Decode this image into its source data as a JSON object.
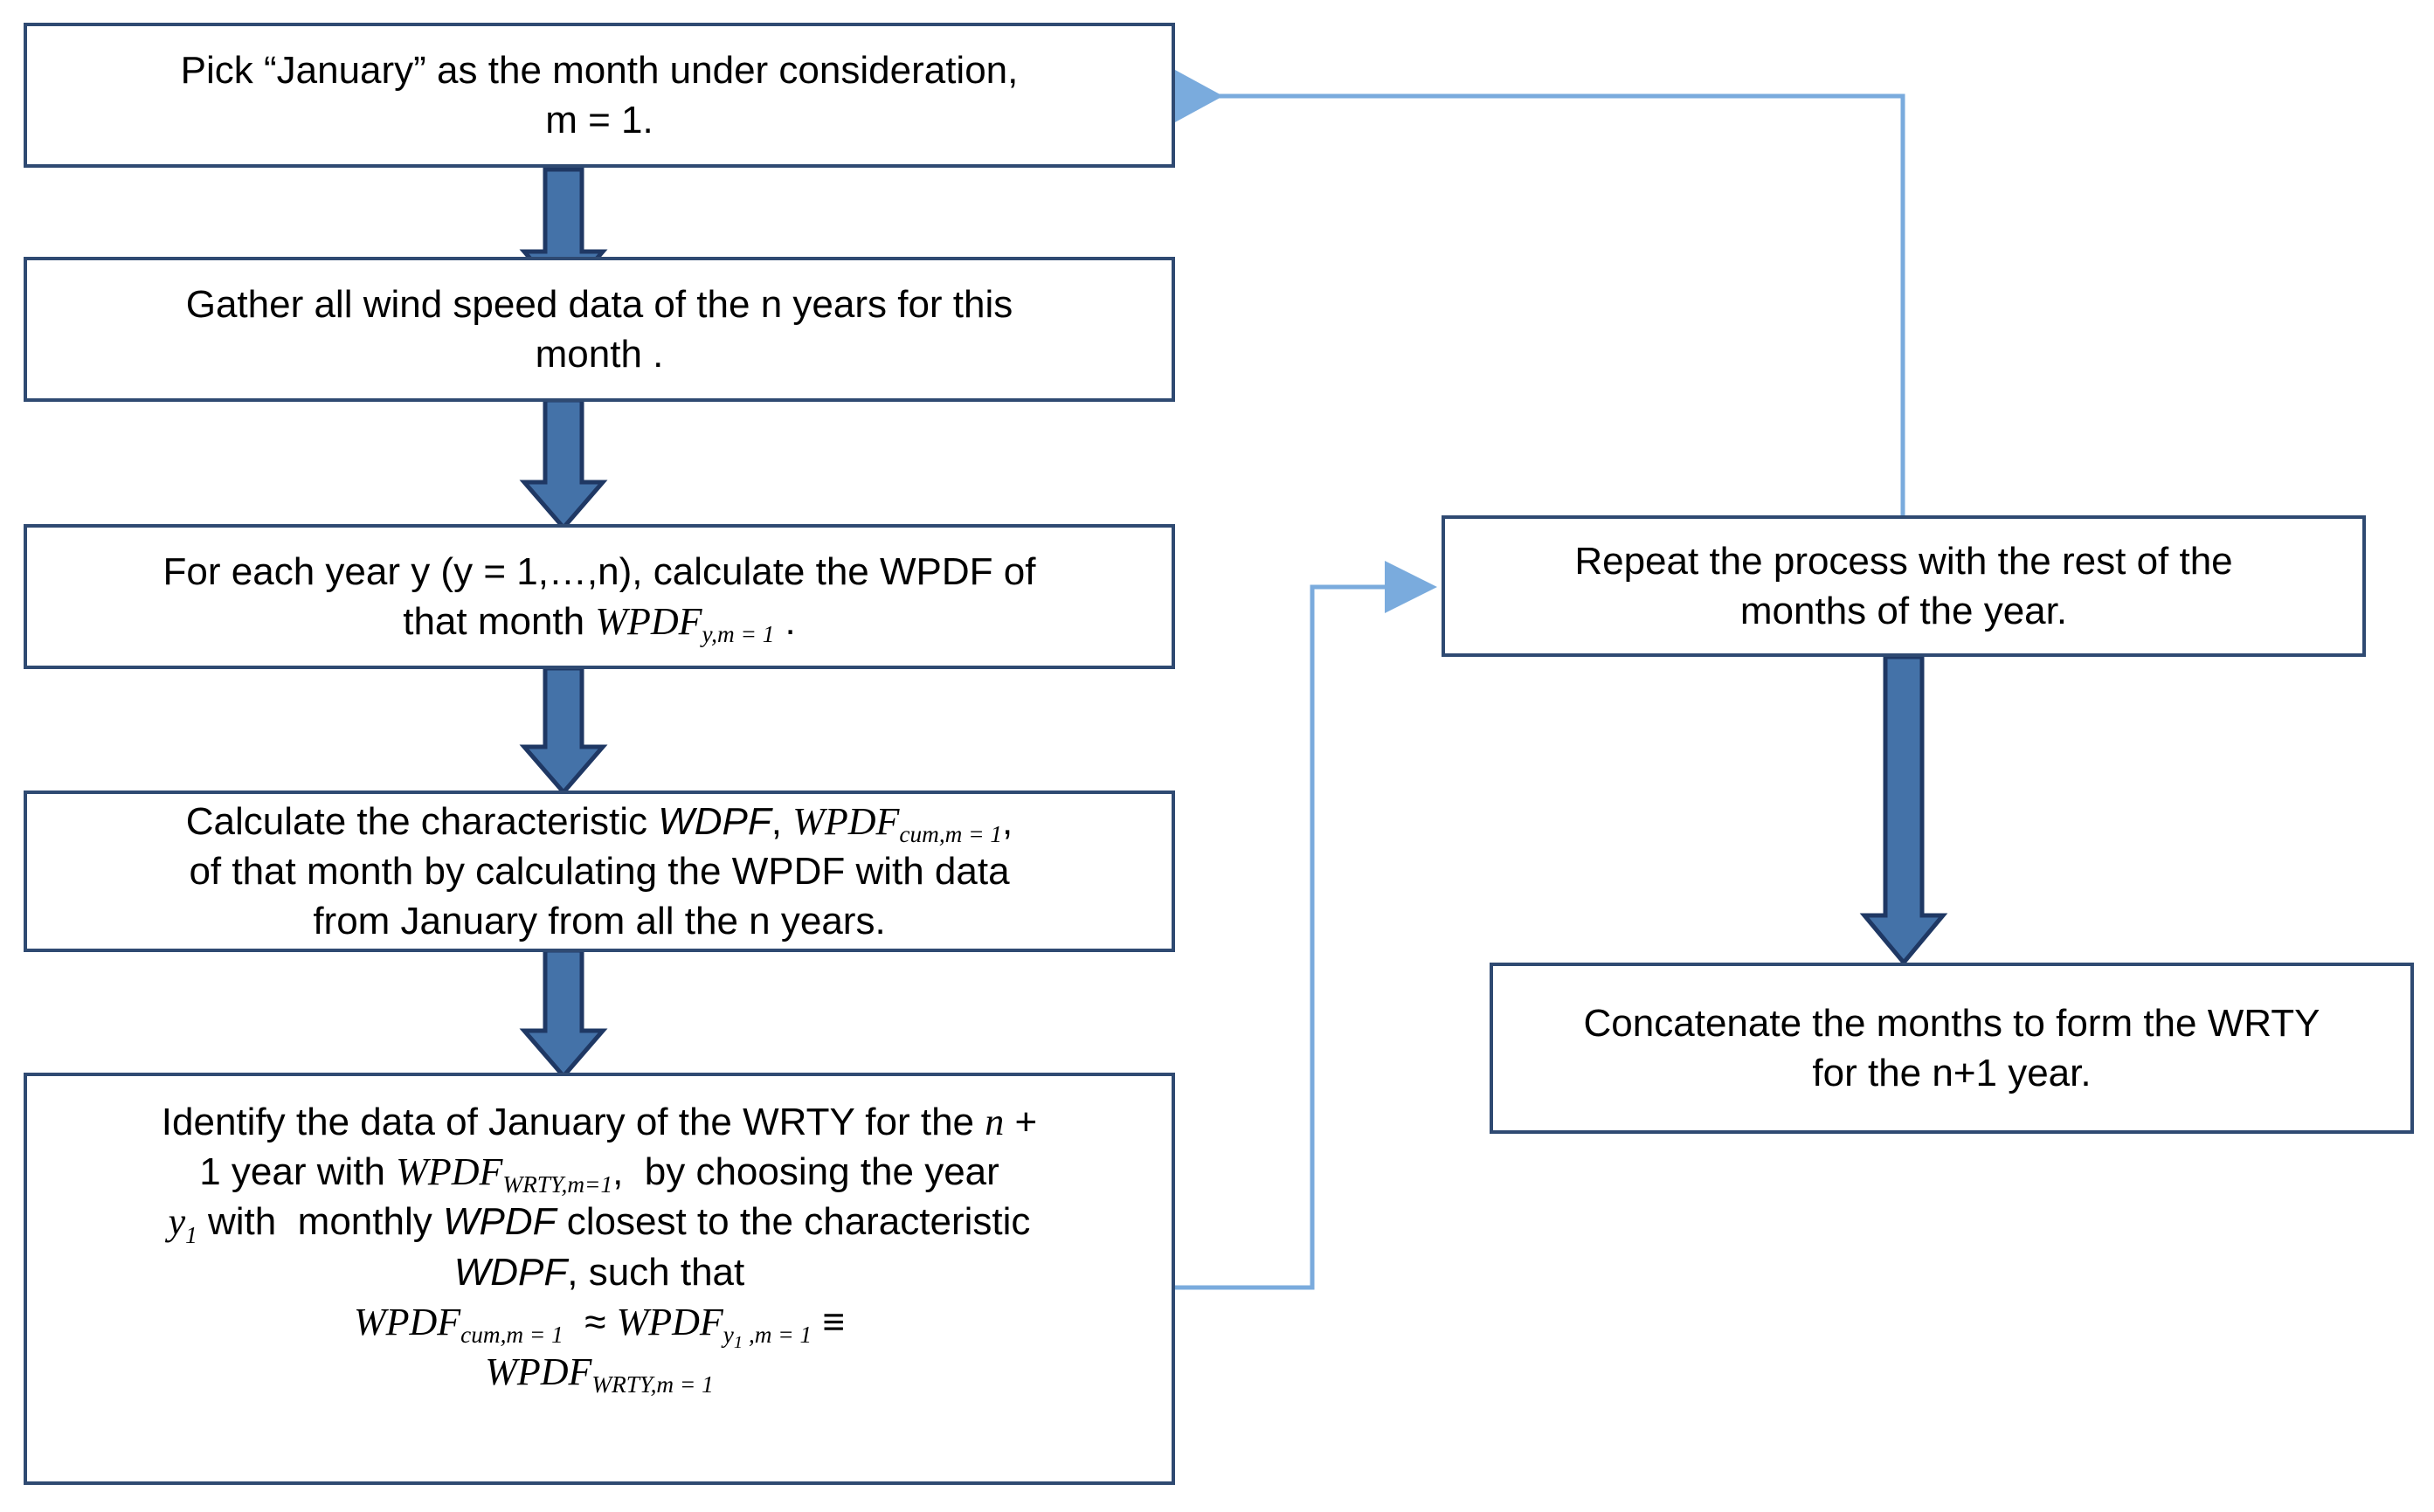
{
  "diagram": {
    "title": "WRTY monthly WPDF construction flowchart",
    "colors": {
      "box_border": "#2f4a72",
      "box_fill": "#ffffff",
      "block_arrow_fill": "#4472a8",
      "block_arrow_stroke": "#1f3864",
      "thin_connector": "#7aabdd",
      "text": "#000000"
    },
    "nodes": [
      {
        "id": "pick-month",
        "name": "pick-month-box",
        "text_plain": "Pick “January” as the month under consideration, m = 1.",
        "lines": [
          "Pick “January” as the month under consideration,",
          "m = 1."
        ]
      },
      {
        "id": "gather-data",
        "name": "gather-wind-speed-data-box",
        "text_plain": "Gather all wind speed data of the n years for this month .",
        "lines": [
          "Gather all wind speed data of the n years for this",
          "month ."
        ]
      },
      {
        "id": "yearly-wpdf",
        "name": "yearly-wpdf-box",
        "text_plain": "For each year y (y = 1,…,n), calculate the WPDF of that month WPDF_{y,m = 1} .",
        "lines": [
          "For each year y (y = 1,…,n), calculate the WPDF of",
          "that month WPDF y,m = 1 ."
        ]
      },
      {
        "id": "characteristic-wpdf",
        "name": "characteristic-wpdf-box",
        "text_plain": "Calculate the characteristic WDPF, WPDF_{cum,m = 1}, of that month by calculating the WPDF with data from January from all the n years.",
        "lines": [
          "Calculate the characteristic WDPF, WPDF cum,m = 1,",
          "of that month by calculating the WPDF with data",
          "from January from all the n years."
        ]
      },
      {
        "id": "identify-wrty-january",
        "name": "identify-wrty-january-box",
        "text_plain": "Identify the data of January of the WRTY for the n + 1 year with WPDF_{WRTY,m=1}, by choosing the year y_1 with monthly WPDF closest to the characteristic WDPF, such that WPDF_{cum,m = 1} ≈ WPDF_{y_1,m = 1} ≡ WPDF_{WRTY,m = 1}",
        "lines": [
          "Identify the data of January of the WRTY for the n +",
          "1 year with WPDF WRTY,m=1, by choosing the year",
          "y1 with monthly WPDF closest to the characteristic",
          "WDPF, such that",
          "WPDF cum,m = 1 ≈ WPDF y1,m = 1 ≡",
          "WPDF WRTY,m = 1"
        ]
      },
      {
        "id": "repeat-months",
        "name": "repeat-remaining-months-box",
        "text_plain": "Repeat the process with the rest of the months  of the year.",
        "lines": [
          "Repeat the process with the rest of the",
          "months  of the year."
        ]
      },
      {
        "id": "concatenate-months",
        "name": "concatenate-months-box",
        "text_plain": "Concatenate the months to form the WRTY for the n+1 year.",
        "lines": [
          "Concatenate the months to form the WRTY",
          "for the n+1 year."
        ]
      }
    ],
    "edges": [
      {
        "id": "e1",
        "name": "arrow-pick-to-gather",
        "from": "pick-month",
        "to": "gather-data",
        "style": "block-arrow-down"
      },
      {
        "id": "e2",
        "name": "arrow-gather-to-yearly",
        "from": "gather-data",
        "to": "yearly-wpdf",
        "style": "block-arrow-down"
      },
      {
        "id": "e3",
        "name": "arrow-yearly-to-characteristic",
        "from": "yearly-wpdf",
        "to": "characteristic-wpdf",
        "style": "block-arrow-down"
      },
      {
        "id": "e4",
        "name": "arrow-characteristic-to-identify",
        "from": "characteristic-wpdf",
        "to": "identify-wrty-january",
        "style": "block-arrow-down"
      },
      {
        "id": "e5",
        "name": "connector-identify-to-repeat",
        "from": "identify-wrty-january",
        "to": "repeat-months",
        "style": "thin-elbow-right"
      },
      {
        "id": "e6",
        "name": "arrow-repeat-to-concatenate",
        "from": "repeat-months",
        "to": "concatenate-months",
        "style": "block-arrow-down"
      },
      {
        "id": "e7",
        "name": "connector-repeat-loop-back-to-pick",
        "from": "repeat-months",
        "to": "pick-month",
        "style": "thin-elbow-loop-up-left"
      }
    ]
  }
}
